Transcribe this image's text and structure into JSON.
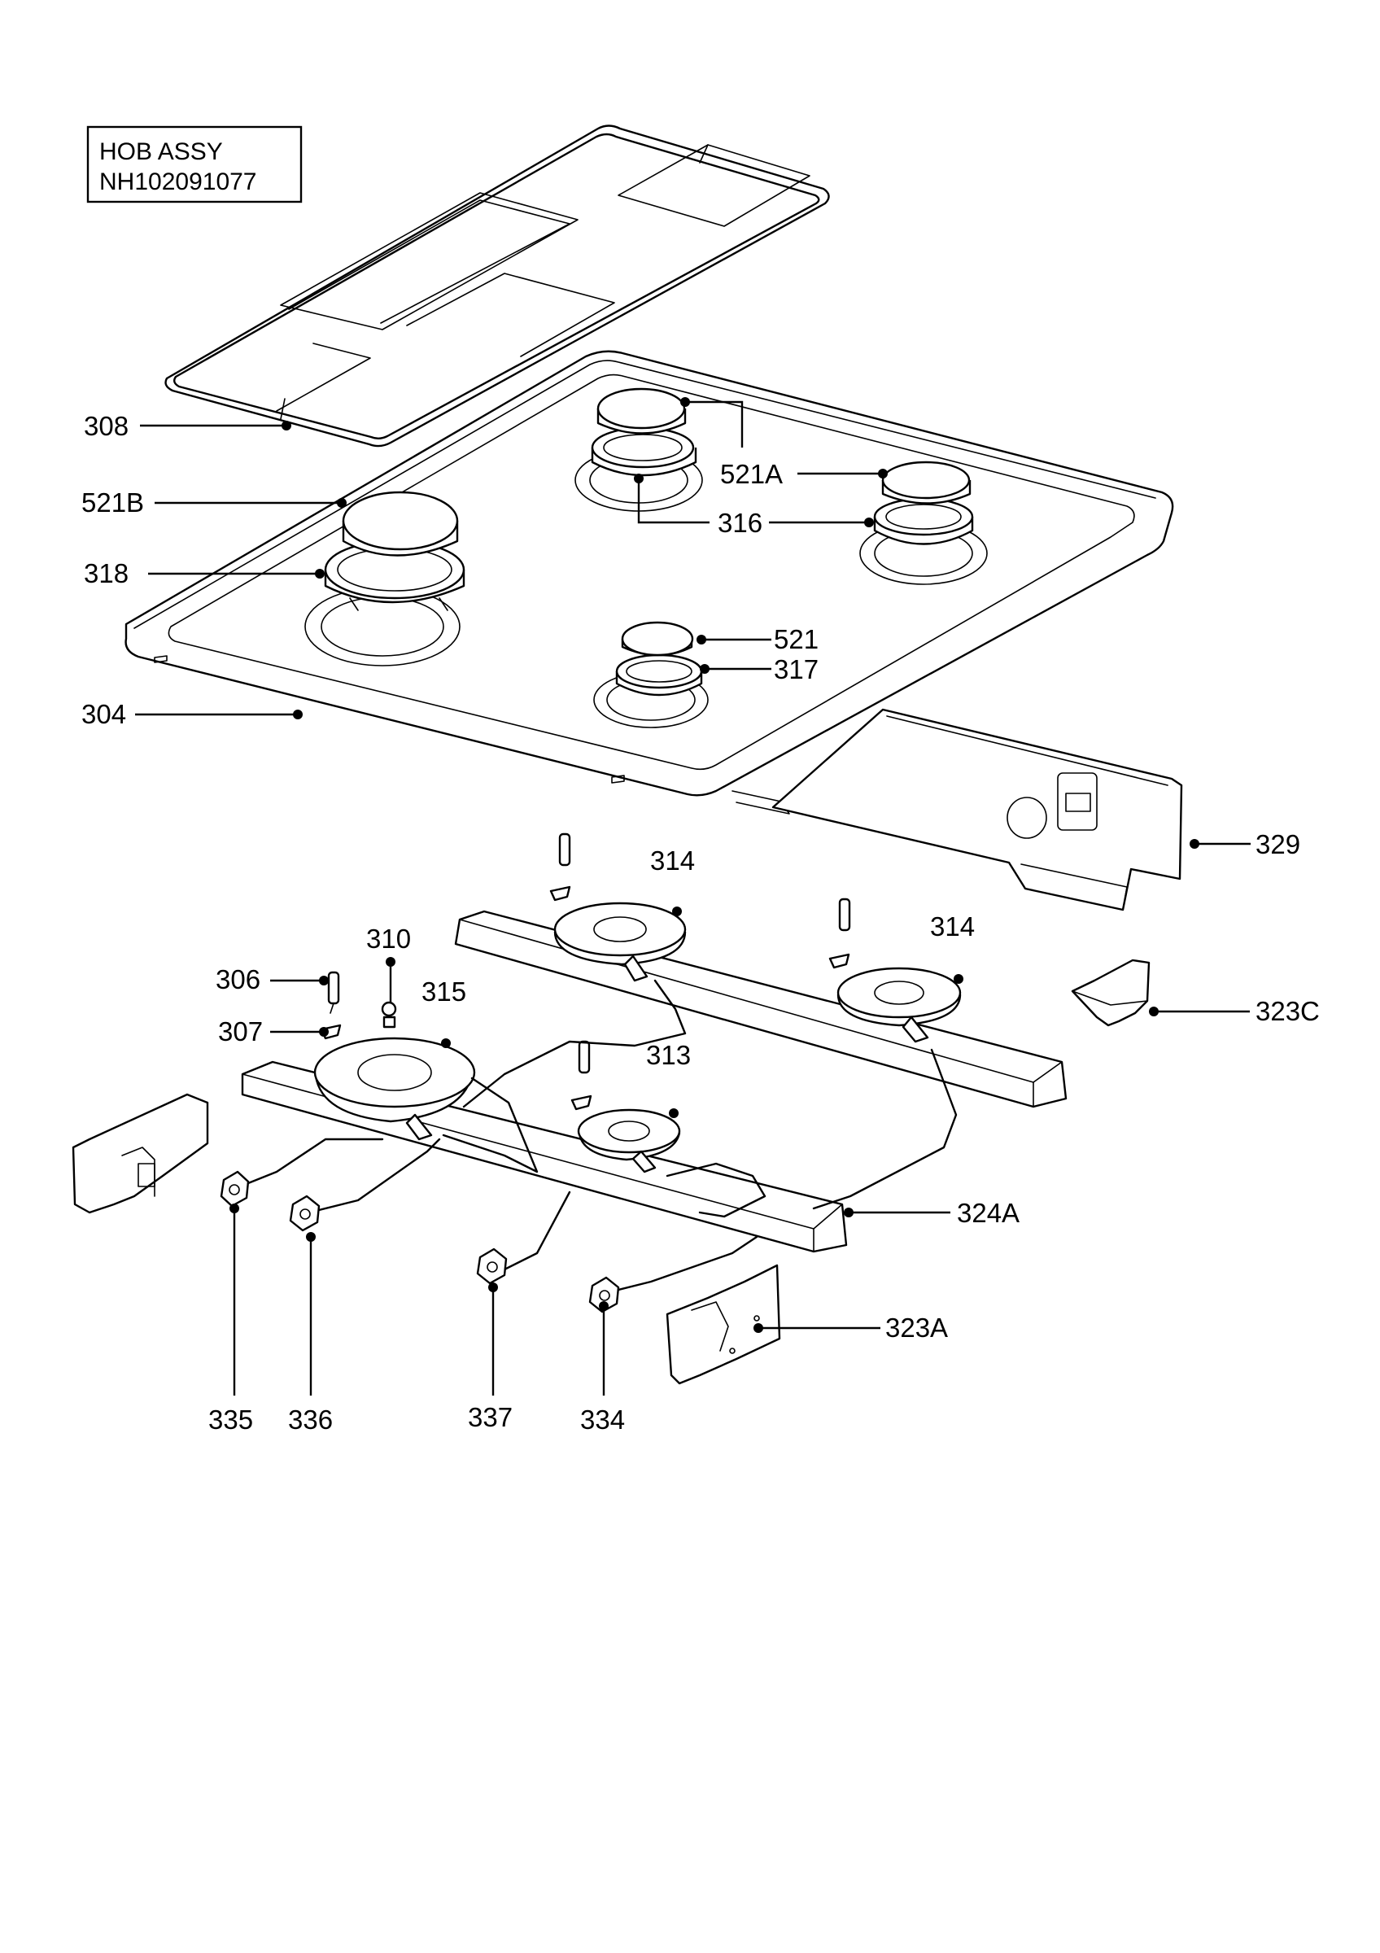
{
  "title_box": {
    "line1": "HOB ASSY",
    "line2": "NH102091077"
  },
  "labels": {
    "p308": "308",
    "p521B": "521B",
    "p318": "318",
    "p304": "304",
    "p521A": "521A",
    "p316": "316",
    "p521": "521",
    "p317": "317",
    "p329": "329",
    "p314a": "314",
    "p314b": "314",
    "p310": "310",
    "p306": "306",
    "p315": "315",
    "p307": "307",
    "p313": "313",
    "p323C": "323C",
    "p324A": "324A",
    "p323A": "323A",
    "p335": "335",
    "p336": "336",
    "p337": "337",
    "p334": "334"
  }
}
